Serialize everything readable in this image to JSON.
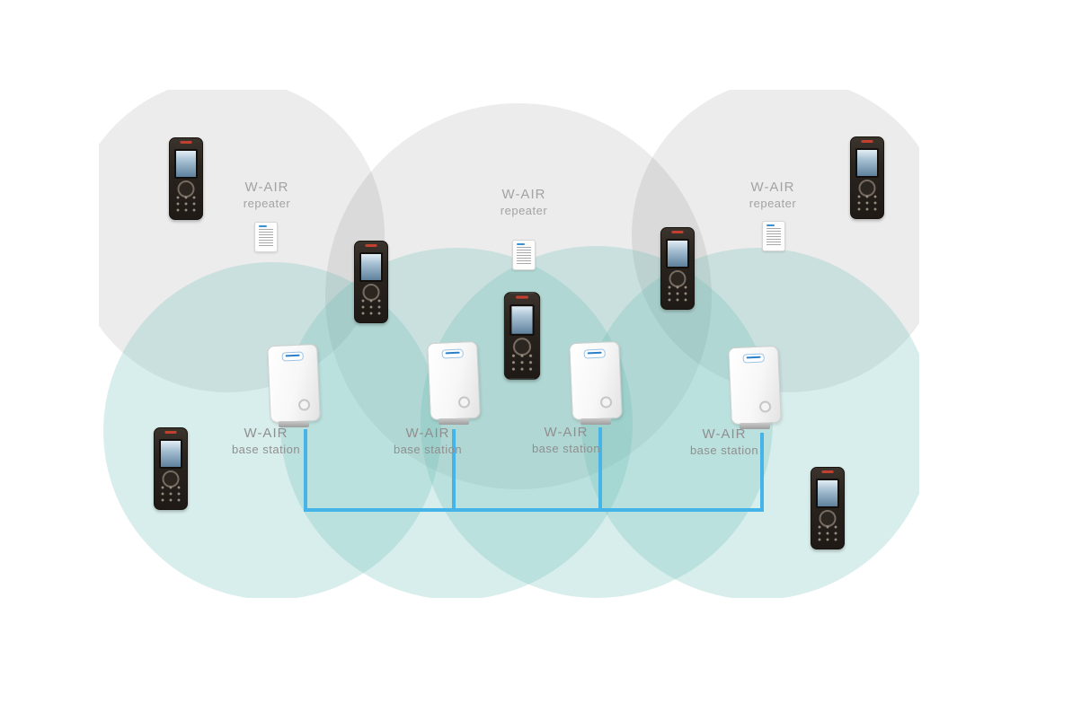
{
  "diagram": {
    "repeaters": [
      {
        "line1": "W-AIR",
        "line2": "repeater"
      },
      {
        "line1": "W-AIR",
        "line2": "repeater"
      },
      {
        "line1": "W-AIR",
        "line2": "repeater"
      }
    ],
    "base_stations": [
      {
        "line1": "W-AIR",
        "line2": "base station"
      },
      {
        "line1": "W-AIR",
        "line2": "base station"
      },
      {
        "line1": "W-AIR",
        "line2": "base station"
      },
      {
        "line1": "W-AIR",
        "line2": "base station"
      }
    ],
    "colors": {
      "repeater_coverage": "#ececec",
      "base_coverage": "#dbefed",
      "link_line": "#45b4e9"
    }
  }
}
